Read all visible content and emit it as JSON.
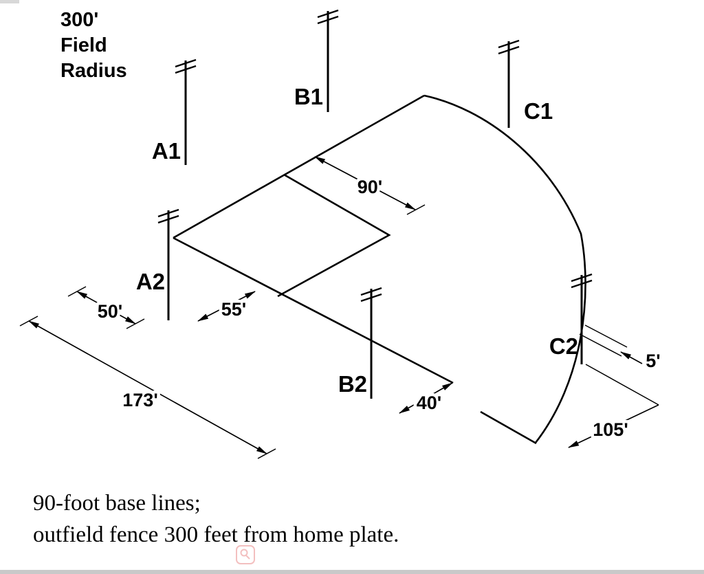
{
  "colors": {
    "line": "#000000",
    "background": "#ffffff",
    "footer_bar": "#c9c9c9",
    "edge_artifact": "#d8d8d8",
    "watermark_accent": "#e57373"
  },
  "field_note": {
    "lines": [
      "300'",
      "Field",
      "Radius"
    ]
  },
  "poles": [
    {
      "id": "A1",
      "label": "A1"
    },
    {
      "id": "B1",
      "label": "B1"
    },
    {
      "id": "C1",
      "label": "C1"
    },
    {
      "id": "A2",
      "label": "A2"
    },
    {
      "id": "B2",
      "label": "B2"
    },
    {
      "id": "C2",
      "label": "C2"
    }
  ],
  "dimensions": {
    "infield_side": "90'",
    "a2_setback": "50'",
    "a2_to_baseline": "55'",
    "sideline_length": "173'",
    "b2_to_foul_line": "40'",
    "c2_to_fence": "5'",
    "c2_to_foul_corner": "105'"
  },
  "caption": {
    "line1": "90-foot base lines;",
    "line2": "outfield fence 300 feet from home plate."
  }
}
